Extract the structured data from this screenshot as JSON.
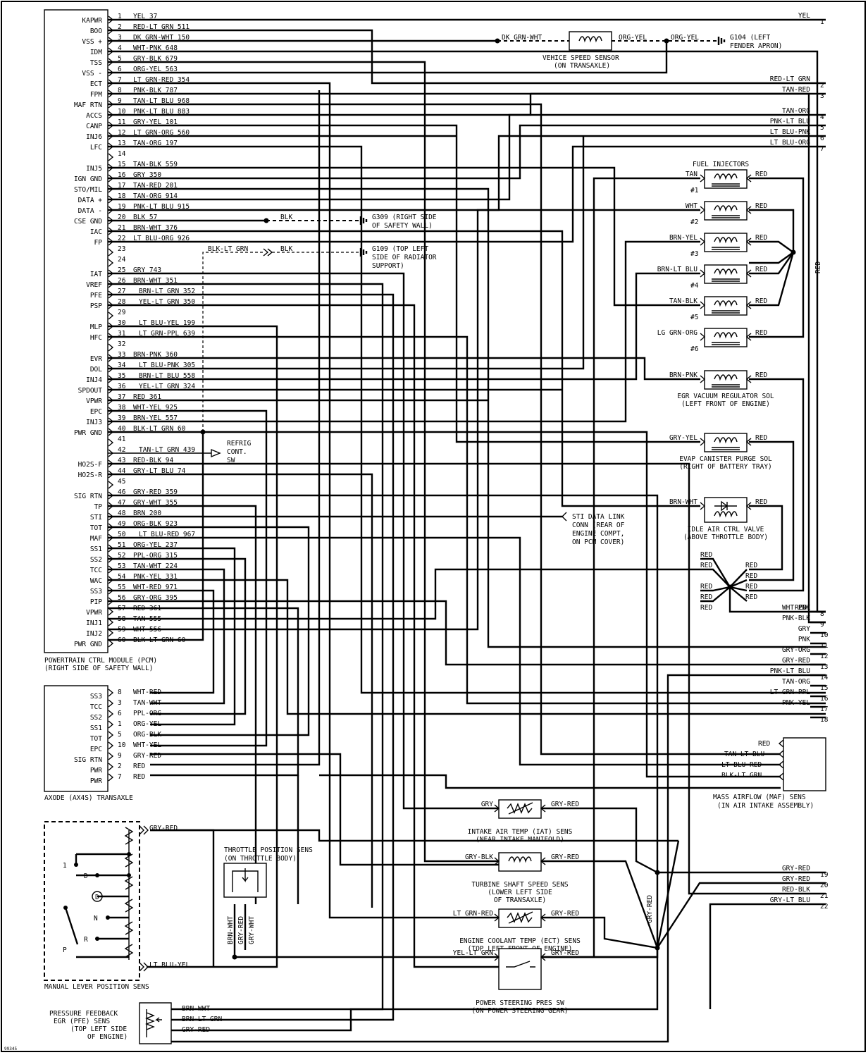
{
  "pcm": {
    "caption": [
      "POWERTRAIN CTRL MODULE (PCM)",
      "(RIGHT SIDE OF SAFETY WALL)"
    ],
    "pins": [
      {
        "n": "1",
        "name": "KAPWR",
        "wire": "YEL 37"
      },
      {
        "n": "2",
        "name": "BOO",
        "wire": "RED-LT GRN 511"
      },
      {
        "n": "3",
        "name": "VSS +",
        "wire": "DK GRN-WHT 150"
      },
      {
        "n": "4",
        "name": "IDM",
        "wire": "WHT-PNK 648"
      },
      {
        "n": "5",
        "name": "TSS",
        "wire": "GRY-BLK 679"
      },
      {
        "n": "6",
        "name": "VSS -",
        "wire": "ORG-YEL 563"
      },
      {
        "n": "7",
        "name": "ECT",
        "wire": "LT GRN-RED 354"
      },
      {
        "n": "8",
        "name": "FPM",
        "wire": "PNK-BLK 787"
      },
      {
        "n": "9",
        "name": "MAF RTN",
        "wire": "TAN-LT BLU 968"
      },
      {
        "n": "10",
        "name": "ACCS",
        "wire": "PNK-LT BLU 883"
      },
      {
        "n": "11",
        "name": "CANP",
        "wire": "GRY-YEL 101"
      },
      {
        "n": "12",
        "name": "INJ6",
        "wire": "LT GRN-ORG 560"
      },
      {
        "n": "13",
        "name": "LFC",
        "wire": "TAN-ORG 197"
      },
      {
        "n": "14",
        "name": "",
        "wire": ""
      },
      {
        "n": "15",
        "name": "INJ5",
        "wire": "TAN-BLK 559"
      },
      {
        "n": "16",
        "name": "IGN GND",
        "wire": "GRY 350"
      },
      {
        "n": "17",
        "name": "STO/MIL",
        "wire": "TAN-RED 201"
      },
      {
        "n": "18",
        "name": "DATA +",
        "wire": "TAN-ORG 914"
      },
      {
        "n": "19",
        "name": "DATA -",
        "wire": "PNK-LT BLU 915"
      },
      {
        "n": "20",
        "name": "CSE GND",
        "wire": "BLK 57"
      },
      {
        "n": "21",
        "name": "IAC",
        "wire": "BRN-WHT 376"
      },
      {
        "n": "22",
        "name": "FP",
        "wire": "LT BLU-ORG 926"
      },
      {
        "n": "23",
        "name": "",
        "wire": ""
      },
      {
        "n": "24",
        "name": "",
        "wire": ""
      },
      {
        "n": "25",
        "name": "IAT",
        "wire": "GRY 743"
      },
      {
        "n": "26",
        "name": "VREF",
        "wire": "BRN-WHT 351"
      },
      {
        "n": "27",
        "name": "PFE",
        "wire": "BRN-LT GRN 352"
      },
      {
        "n": "28",
        "name": "PSP",
        "wire": "YEL-LT GRN 350"
      },
      {
        "n": "29",
        "name": "",
        "wire": ""
      },
      {
        "n": "30",
        "name": "MLP",
        "wire": "LT BLU-YEL 199"
      },
      {
        "n": "31",
        "name": "HFC",
        "wire": "LT GRN-PPL 639"
      },
      {
        "n": "32",
        "name": "",
        "wire": ""
      },
      {
        "n": "33",
        "name": "EVR",
        "wire": "BRN-PNK 360"
      },
      {
        "n": "34",
        "name": "DOL",
        "wire": "LT BLU-PNK 305"
      },
      {
        "n": "35",
        "name": "INJ4",
        "wire": "BRN-LT BLU 558"
      },
      {
        "n": "36",
        "name": "SPDOUT",
        "wire": "YEL-LT GRN 324"
      },
      {
        "n": "37",
        "name": "VPWR",
        "wire": "RED 361"
      },
      {
        "n": "38",
        "name": "EPC",
        "wire": "WHT-YEL 925"
      },
      {
        "n": "39",
        "name": "INJ3",
        "wire": "BRN-YEL 557"
      },
      {
        "n": "40",
        "name": "PWR GND",
        "wire": "BLK-LT GRN 60"
      },
      {
        "n": "41",
        "name": "",
        "wire": ""
      },
      {
        "n": "42",
        "name": "",
        "wire": "TAN-LT GRN 439"
      },
      {
        "n": "43",
        "name": "HO2S-F",
        "wire": "RED-BLK 94"
      },
      {
        "n": "44",
        "name": "HO2S-R",
        "wire": "GRY-LT BLU 74"
      },
      {
        "n": "45",
        "name": "",
        "wire": ""
      },
      {
        "n": "46",
        "name": "SIG RTN",
        "wire": "GRY-RED 359"
      },
      {
        "n": "47",
        "name": "TP",
        "wire": "GRY-WHT 355"
      },
      {
        "n": "48",
        "name": "STI",
        "wire": "BRN 200"
      },
      {
        "n": "49",
        "name": "TOT",
        "wire": "ORG-BLK 923"
      },
      {
        "n": "50",
        "name": "MAF",
        "wire": "LT BLU-RED 967"
      },
      {
        "n": "51",
        "name": "SS1",
        "wire": "ORG-YEL 237"
      },
      {
        "n": "52",
        "name": "SS2",
        "wire": "PPL-ORG 315"
      },
      {
        "n": "53",
        "name": "TCC",
        "wire": "TAN-WHT 224"
      },
      {
        "n": "54",
        "name": "WAC",
        "wire": "PNK-YEL 331"
      },
      {
        "n": "55",
        "name": "SS3",
        "wire": "WHT-RED 971"
      },
      {
        "n": "56",
        "name": "PIP",
        "wire": "GRY-ORG 395"
      },
      {
        "n": "57",
        "name": "VPWR",
        "wire": "RED 361"
      },
      {
        "n": "58",
        "name": "INJ1",
        "wire": "TAN 555"
      },
      {
        "n": "59",
        "name": "INJ2",
        "wire": "WHT 556"
      },
      {
        "n": "60",
        "name": "PWR GND",
        "wire": "BLK-LT GRN 60"
      }
    ]
  },
  "connector_right": [
    {
      "n": "1",
      "wire": "YEL"
    },
    {
      "n": "2",
      "wire": "RED-LT GRN"
    },
    {
      "n": "3",
      "wire": "TAN-RED"
    },
    {
      "n": "4",
      "wire": "TAN-ORG"
    },
    {
      "n": "5",
      "wire": "PNK-LT BLU"
    },
    {
      "n": "6",
      "wire": "LT BLU-PNK"
    },
    {
      "n": "7",
      "wire": "LT BLU-ORG"
    },
    {
      "n": "8",
      "wire": "WHT-PNK"
    },
    {
      "n": "9",
      "wire": "PNK-BLK"
    },
    {
      "n": "10",
      "wire": "GRY"
    },
    {
      "n": "11",
      "wire": "PNK"
    },
    {
      "n": "12",
      "wire": "GRY-ORG"
    },
    {
      "n": "13",
      "wire": "GRY-RED"
    },
    {
      "n": "14",
      "wire": "PNK-LT BLU"
    },
    {
      "n": "15",
      "wire": "TAN-ORG"
    },
    {
      "n": "16",
      "wire": "LT GRN-PPL"
    },
    {
      "n": "17",
      "wire": "PNK-YEL"
    },
    {
      "n": "18",
      "wire": ""
    },
    {
      "n": "19",
      "wire": "GRY-RED"
    },
    {
      "n": "20",
      "wire": "GRY-RED"
    },
    {
      "n": "21",
      "wire": "RED-BLK"
    },
    {
      "n": "22",
      "wire": "GRY-LT BLU"
    }
  ],
  "connector_right_extra": {
    "red_8": "RED"
  },
  "vss": {
    "caption": [
      "VEHICE SPEED SENSOR",
      "(ON TRANSAXLE)"
    ],
    "left_wire": "DK GRN-WHT",
    "right_wire": "ORG-YEL",
    "right_wire2": "ORG-YEL",
    "ground": [
      "G104 (LEFT",
      "FENDER APRON)"
    ]
  },
  "grounds": {
    "g309": {
      "wire": "BLK",
      "label": [
        "G309 (RIGHT SIDE",
        "OF SAFETY WALL)"
      ]
    },
    "g109": {
      "wire_a": "BLK-LT GRN",
      "wire_b": "BLK",
      "label": [
        "G109 (TOP LEFT",
        "SIDE OF RADIATOR",
        "SUPPORT)"
      ]
    }
  },
  "injectors": {
    "title": "FUEL INJECTORS",
    "items": [
      {
        "num": "#1",
        "in": "TAN",
        "out": "RED"
      },
      {
        "num": "#2",
        "in": "WHT",
        "out": "RED"
      },
      {
        "num": "#3",
        "in": "BRN-YEL",
        "out": "RED"
      },
      {
        "num": "#4",
        "in": "BRN-LT BLU",
        "out": "RED"
      },
      {
        "num": "#5",
        "in": "TAN-BLK",
        "out": "RED"
      },
      {
        "num": "#6",
        "in": "LG GRN-ORG",
        "out": "RED"
      }
    ],
    "bus": "RED"
  },
  "egr": {
    "in": "BRN-PNK",
    "out": "RED",
    "caption": [
      "EGR VACUUM REGULATOR SOL",
      "(LEFT FRONT OF ENGINE)"
    ]
  },
  "evap": {
    "in": "GRY-YEL",
    "out": "RED",
    "caption": [
      "EVAP CANISTER PURGE SOL",
      "(RIGHT OF BATTERY TRAY)"
    ]
  },
  "iac": {
    "in": "BRN-WHT",
    "out": "RED",
    "caption": [
      "IDLE AIR CTRL VALVE",
      "(ABOVE THROTTLE BODY)"
    ]
  },
  "refrig": {
    "label": [
      "REFRIG",
      "CONT.",
      "SW"
    ]
  },
  "sti": {
    "label": [
      "STI DATA LINK",
      "CONN (REAR OF",
      "ENGINE COMPT,",
      "ON PCM COVER)"
    ]
  },
  "red_splice": {
    "left": [
      "RED",
      "RED",
      "RED",
      "RED",
      "RED"
    ],
    "right": [
      "RED",
      "RED",
      "RED",
      "RED"
    ],
    "out": "RED"
  },
  "transaxle": {
    "caption": "AXODE (AX4S) TRANSAXLE",
    "pins": [
      {
        "name": "SS3",
        "n": "8",
        "wire": "WHT-RED"
      },
      {
        "name": "TCC",
        "n": "3",
        "wire": "TAN-WHT"
      },
      {
        "name": "SS2",
        "n": "6",
        "wire": "PPL-ORG"
      },
      {
        "name": "SS1",
        "n": "1",
        "wire": "ORG-YEL"
      },
      {
        "name": "TOT",
        "n": "5",
        "wire": "ORG-BLK"
      },
      {
        "name": "EPC",
        "n": "10",
        "wire": "WHT-YEL"
      },
      {
        "name": "SIG RTN",
        "n": "9",
        "wire": "GRY-RED"
      },
      {
        "name": "PWR",
        "n": "2",
        "wire": "RED"
      },
      {
        "name": "PWR",
        "n": "7",
        "wire": "RED"
      }
    ]
  },
  "maf": {
    "wires": [
      "RED",
      "TAN-LT BLU",
      "LT BLU-RED",
      "BLK-LT GRN"
    ],
    "caption": [
      "MASS AIRFLOW (MAF) SENS",
      "(IN AIR INTAKE ASSEMBLY)"
    ]
  },
  "iat": {
    "left": "GRY",
    "right": "GRY-RED",
    "caption": [
      "INTAKE AIR TEMP (IAT) SENS",
      "(NEAR INTAKE MANIFOLD)"
    ]
  },
  "tss": {
    "left": "GRY-BLK",
    "right": "GRY-RED",
    "caption": [
      "TURBINE SHAFT SPEED SENS",
      "(LOWER LEFT SIDE",
      "OF TRANSAXLE)"
    ]
  },
  "ect": {
    "left": "LT GRN-RED",
    "right": "GRY-RED",
    "caption": [
      "ENGINE COOLANT TEMP (ECT) SENS",
      "(TOP LEFT FRONT OF ENGINE)"
    ]
  },
  "psp": {
    "left": "YEL-LT GRN",
    "right": "GRY-RED",
    "caption": [
      "POWER STEERING PRES SW",
      "(ON POWER STEERING GEAR)"
    ]
  },
  "tps": {
    "caption": [
      "THROTTLE POSITION SENS",
      "(ON THROTTLE BODY)"
    ],
    "wires": [
      "BRN-WHT",
      "GRY-RED",
      "GRY-WHT"
    ]
  },
  "gry_red_vertical": "GRY-RED",
  "mlp": {
    "caption": "MANUAL LEVER POSITION SENS",
    "top_wire": "GRY-RED",
    "bottom_wire": "LT BLU-YEL",
    "positions": [
      "1",
      "D",
      "D",
      "N",
      "R",
      "P"
    ]
  },
  "pfe": {
    "caption": [
      "PRESSURE FEEDBACK",
      "EGR (PFE) SENS",
      "(TOP LEFT SIDE",
      "OF ENGINE)"
    ],
    "wires": [
      "BRN-WHT",
      "BRN-LT GRN",
      "GRY-RED"
    ]
  },
  "figure_id": "99345"
}
